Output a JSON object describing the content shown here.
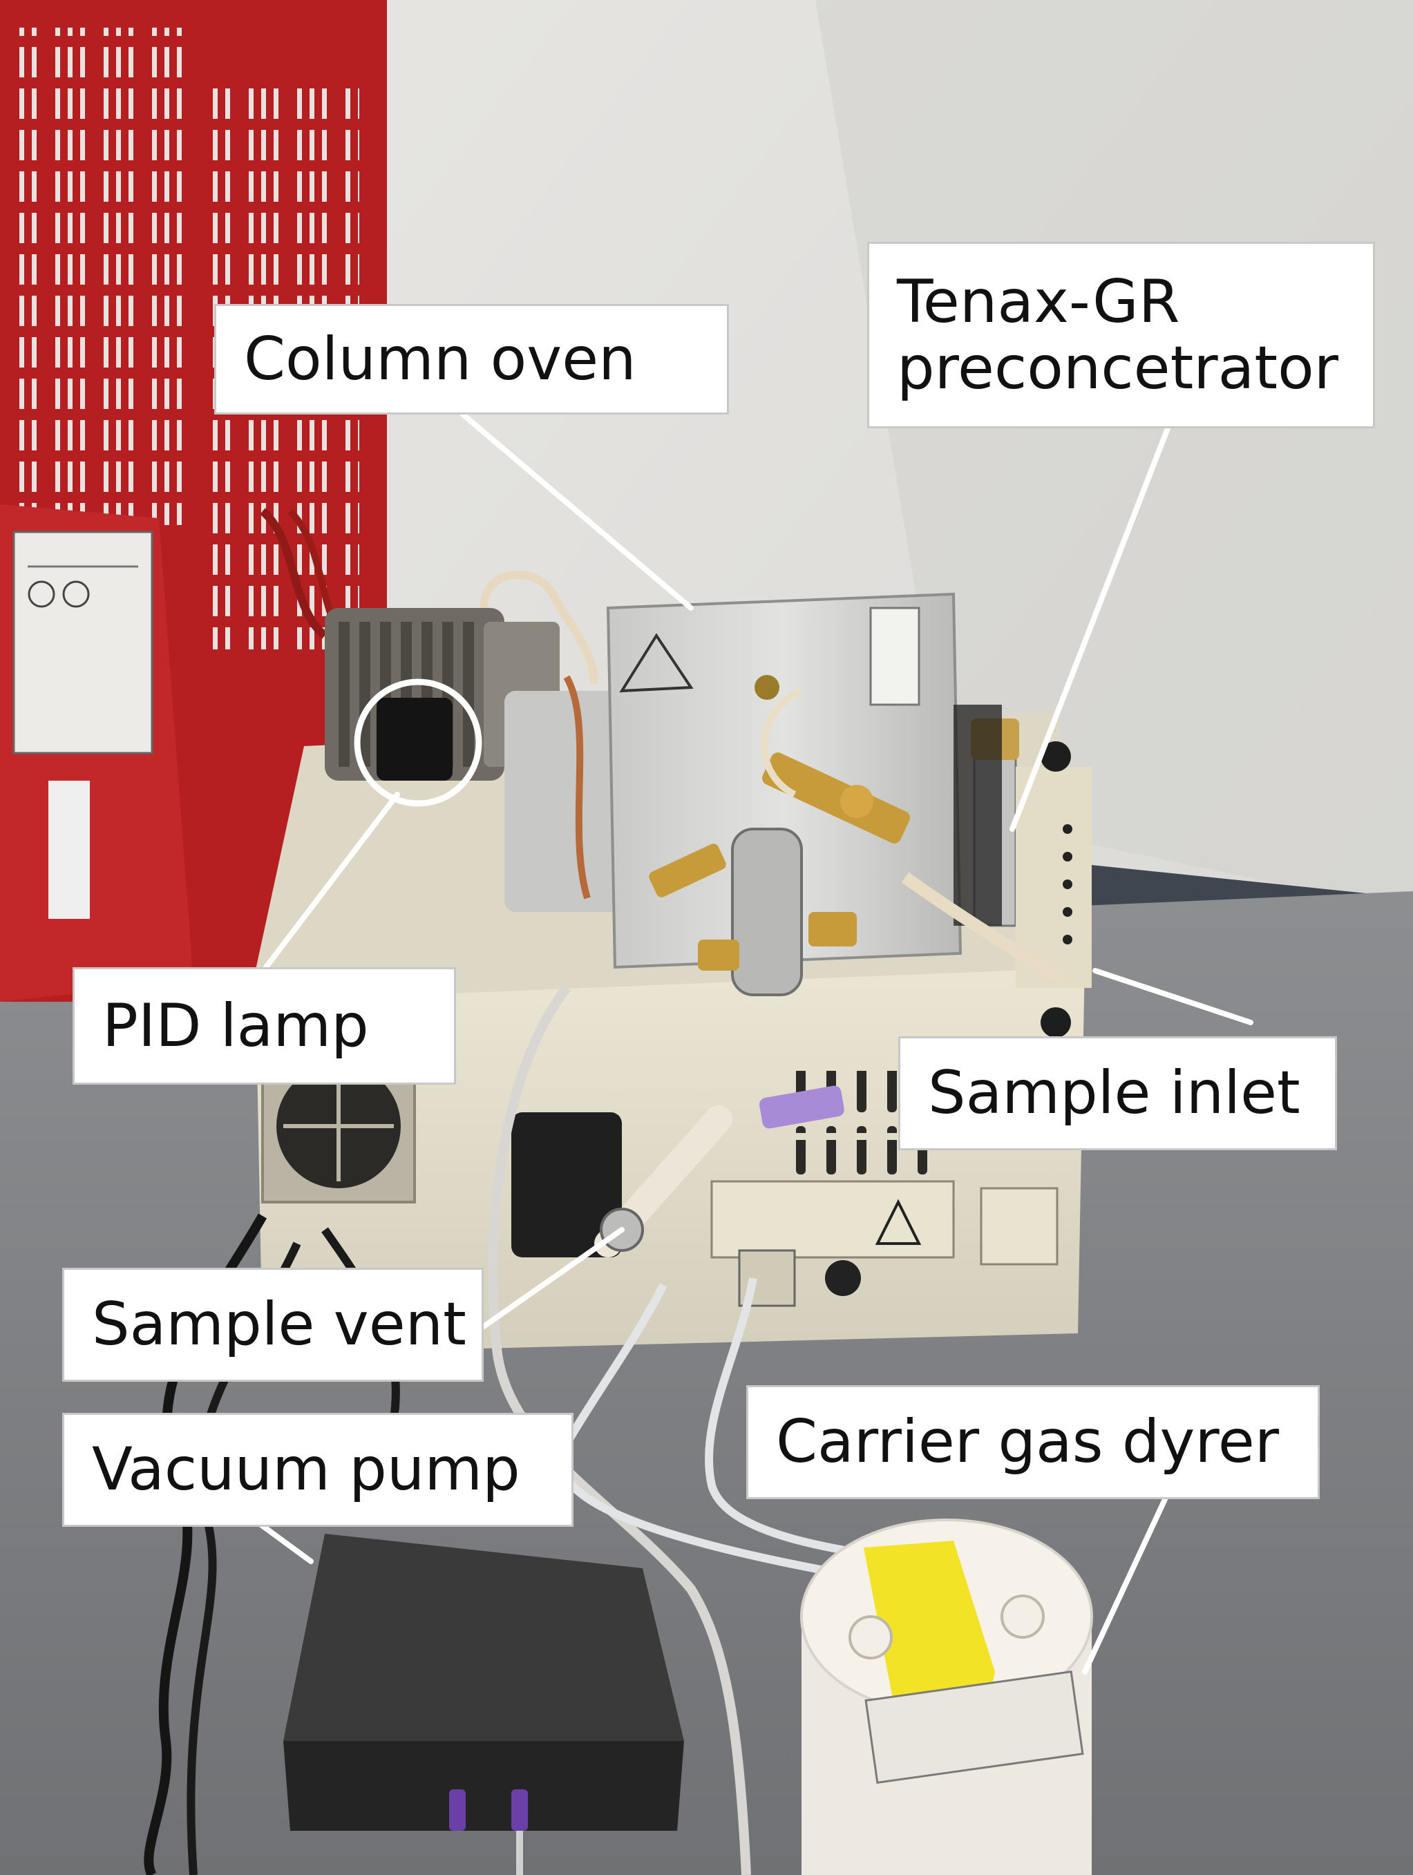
{
  "labels": {
    "column_oven": "Column oven",
    "tenax_line1": "Tenax-GR",
    "tenax_line2": "preconcetrator",
    "pid_lamp": "PID lamp",
    "sample_inlet": "Sample inlet",
    "sample_vent": "Sample vent",
    "vacuum_pump": "Vacuum pump",
    "carrier_gas_dryer": "Carrier gas dyrer"
  },
  "colors": {
    "wall": "#e3e2df",
    "bench": "#85878a",
    "red_cabinet": "#b51f22",
    "instrument_body": "#e7e2cf",
    "oven_box": "#d7d8d6",
    "pump_body": "#2d2d2d",
    "dryer_body": "#f1ede6",
    "tape": "#f2e21b"
  }
}
